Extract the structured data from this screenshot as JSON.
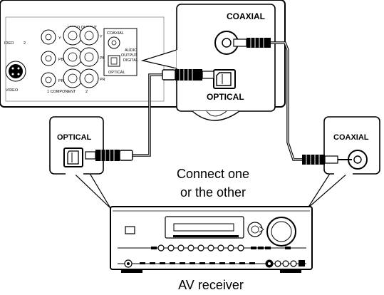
{
  "player_panel": {
    "video_output": "VIDEO OUTPUT",
    "video_left": "IDEO",
    "num2_left": "2",
    "video_left2": "VIDEO",
    "y": "Y",
    "pb": "PB",
    "pr": "PR",
    "component": "1  COMPONENT",
    "num2_right": "2",
    "coaxial_small": "COAXIAL",
    "audio": "AUDIO",
    "output": "OUTPUT",
    "digital": "DIGITAL",
    "optical_small": "OPTICAL"
  },
  "callouts": {
    "coaxial_top": "COAXIAL",
    "optical_top": "OPTICAL",
    "optical_left": "OPTICAL",
    "coaxial_right": "COAXIAL"
  },
  "center_text": {
    "line1": "Connect one",
    "line2": "or the other"
  },
  "receiver_label": "AV receiver"
}
